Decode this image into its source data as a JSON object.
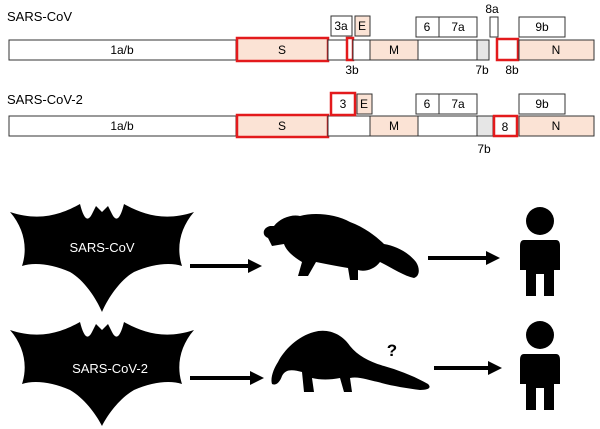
{
  "genomes": [
    {
      "title": "SARS-CoV",
      "genes": {
        "g1ab": "1a/b",
        "S": "S",
        "g3a": "3a",
        "g3b": "3b",
        "E": "E",
        "M": "M",
        "g6": "6",
        "g7a": "7a",
        "g7b": "7b",
        "g8a": "8a",
        "g8b": "8b",
        "g9b": "9b",
        "N": "N"
      }
    },
    {
      "title": "SARS-CoV-2",
      "genes": {
        "g1ab": "1a/b",
        "S": "S",
        "g3": "3",
        "E": "E",
        "M": "M",
        "g6": "6",
        "g7a": "7a",
        "g7b": "7b",
        "g8": "8",
        "g9b": "9b",
        "N": "N"
      }
    }
  ],
  "transmission": [
    {
      "source_label": "SARS-CoV",
      "intermediate_host": "civet",
      "uncertain_mark": "",
      "target": "human"
    },
    {
      "source_label": "SARS-CoV-2",
      "intermediate_host": "pangolin",
      "uncertain_mark": "?",
      "target": "human"
    }
  ],
  "colors": {
    "highlight": "#e31a1c",
    "structural_fill": "#fbe3d5",
    "grey_fill": "#e6e6e6",
    "outline": "#333333",
    "silhouette": "#000000"
  }
}
